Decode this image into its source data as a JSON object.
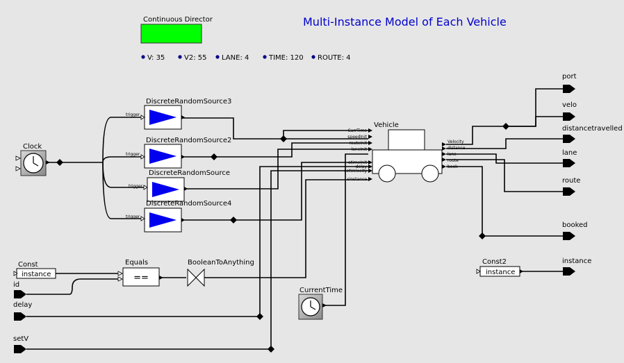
{
  "title": "Multi-Instance Model of Each Vehicle",
  "director": {
    "label": "Continuous Director",
    "color": "#00ff00"
  },
  "parameters": [
    {
      "text": "V: 35"
    },
    {
      "text": "V2: 55"
    },
    {
      "text": "LANE: 4"
    },
    {
      "text": "TIME: 120"
    },
    {
      "text": "ROUTE: 4"
    }
  ],
  "actors": {
    "clock": "Clock",
    "drs3": "DiscreteRandomSource3",
    "drs2": "DiscreteRandomSource2",
    "drs": "DiscreteRandomSource",
    "drs4": "DiscreteRandomSource4",
    "vehicle": "Vehicle",
    "const": "Const",
    "const_value": "instance",
    "equals": "Equals",
    "equals_symbol": "==",
    "bool2any": "BooleanToAnything",
    "current_time": "CurrentTime",
    "const2": "Const2",
    "const2_value": "instance"
  },
  "trigger_label": "trigger",
  "vehicle_inputs": [
    "CurrTime",
    "speedInit",
    "routeInit",
    "laneInit",
    "atimeInit",
    "delay",
    "setVelocity",
    "sinstance"
  ],
  "vehicle_outputs": [
    "Velocity",
    "distance",
    "lane",
    "route",
    "book"
  ],
  "input_ports": {
    "id": "id",
    "delay": "delay",
    "setV": "setV"
  },
  "output_ports": {
    "port": "port",
    "velo": "velo",
    "distancetravelled": "distancetravelled",
    "lane": "lane",
    "route": "route",
    "booked": "booked",
    "instance": "instance"
  }
}
